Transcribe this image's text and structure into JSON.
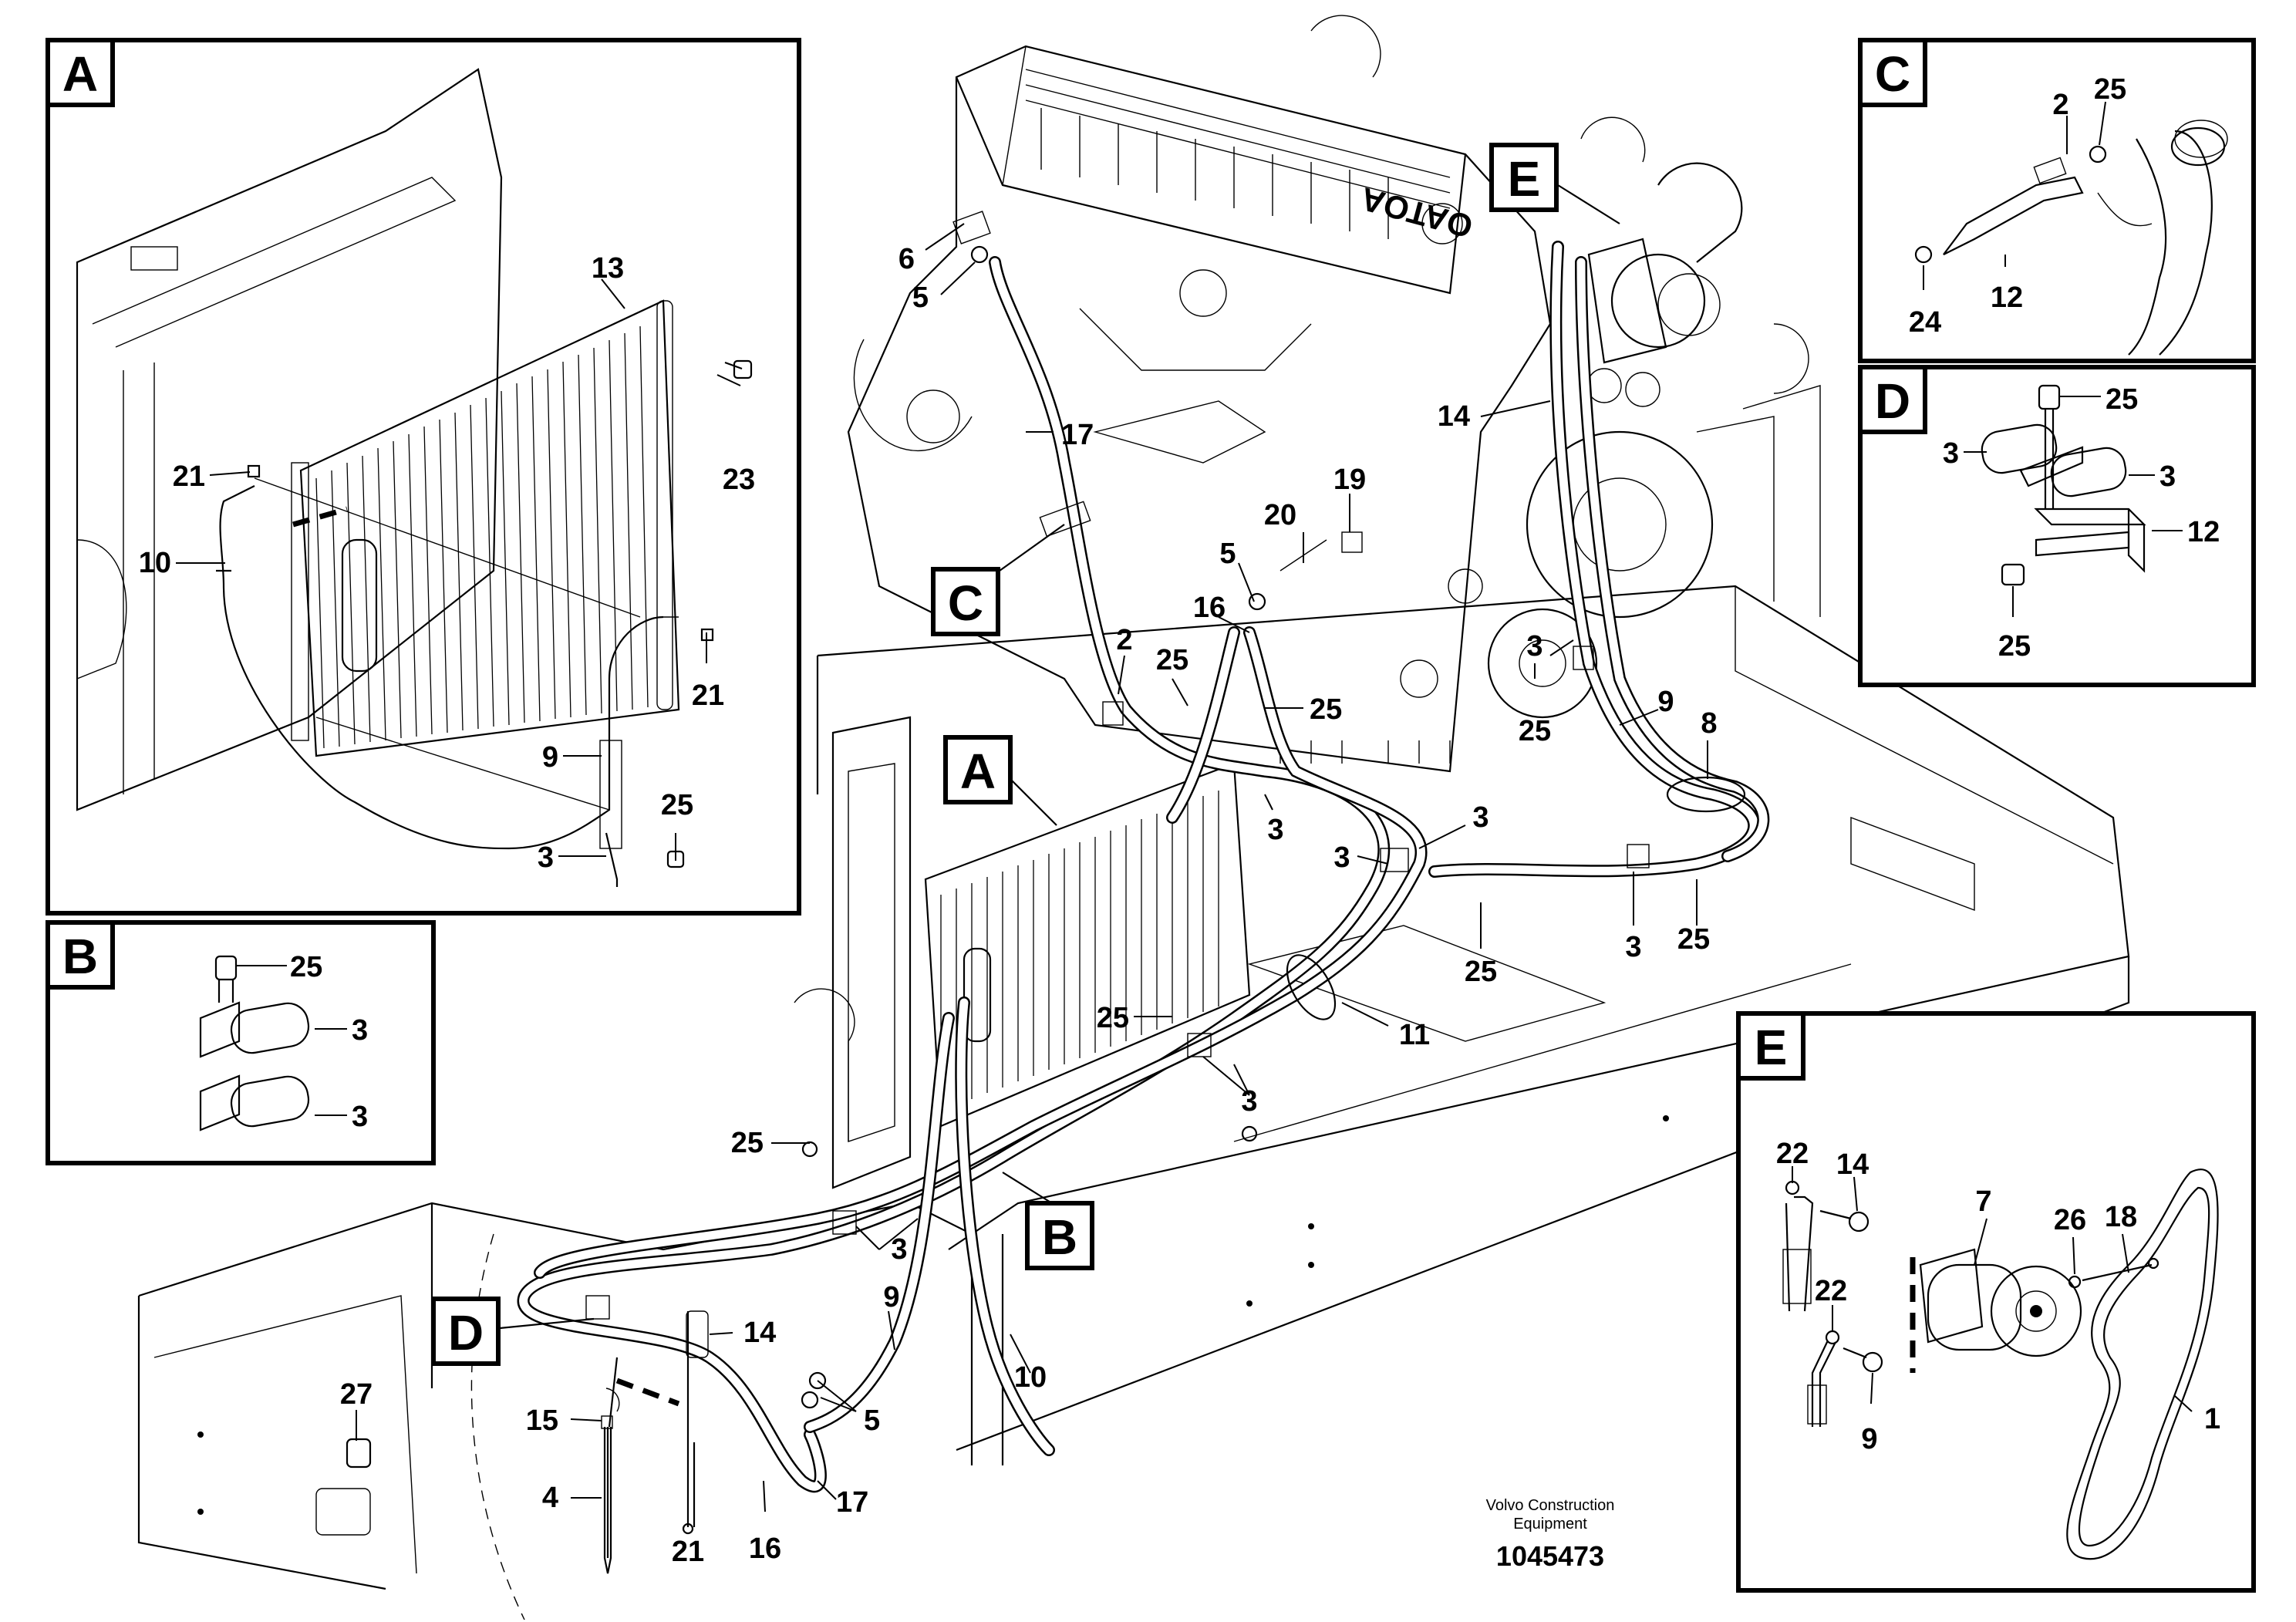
{
  "figure": {
    "footer_company": "Volvo Construction\nEquipment",
    "footer_company_line1": "Volvo Construction",
    "footer_company_line2": "Equipment",
    "drawing_number": "1045473"
  },
  "detail_boxes": {
    "A": {
      "letter": "A",
      "labels": [
        "13",
        "21",
        "23",
        "10",
        "21",
        "9",
        "25",
        "3"
      ]
    },
    "B": {
      "letter": "B",
      "labels": [
        "25",
        "3",
        "3"
      ]
    },
    "C": {
      "letter": "C",
      "labels": [
        "2",
        "25",
        "24",
        "12"
      ]
    },
    "D": {
      "letter": "D",
      "labels": [
        "25",
        "3",
        "3",
        "12",
        "25"
      ]
    },
    "E": {
      "letter": "E",
      "labels": [
        "22",
        "14",
        "7",
        "26",
        "18",
        "22",
        "9",
        "1"
      ]
    }
  },
  "main_view": {
    "callout_letters": [
      "E",
      "C",
      "A",
      "B",
      "D"
    ],
    "labels": [
      "6",
      "5",
      "17",
      "14",
      "19",
      "20",
      "5",
      "16",
      "2",
      "25",
      "25",
      "3",
      "25",
      "9",
      "8",
      "3",
      "3",
      "3",
      "25",
      "3",
      "25",
      "11",
      "25",
      "3",
      "25",
      "3",
      "9",
      "14",
      "10",
      "27",
      "15",
      "5",
      "4",
      "17",
      "21",
      "16"
    ]
  }
}
